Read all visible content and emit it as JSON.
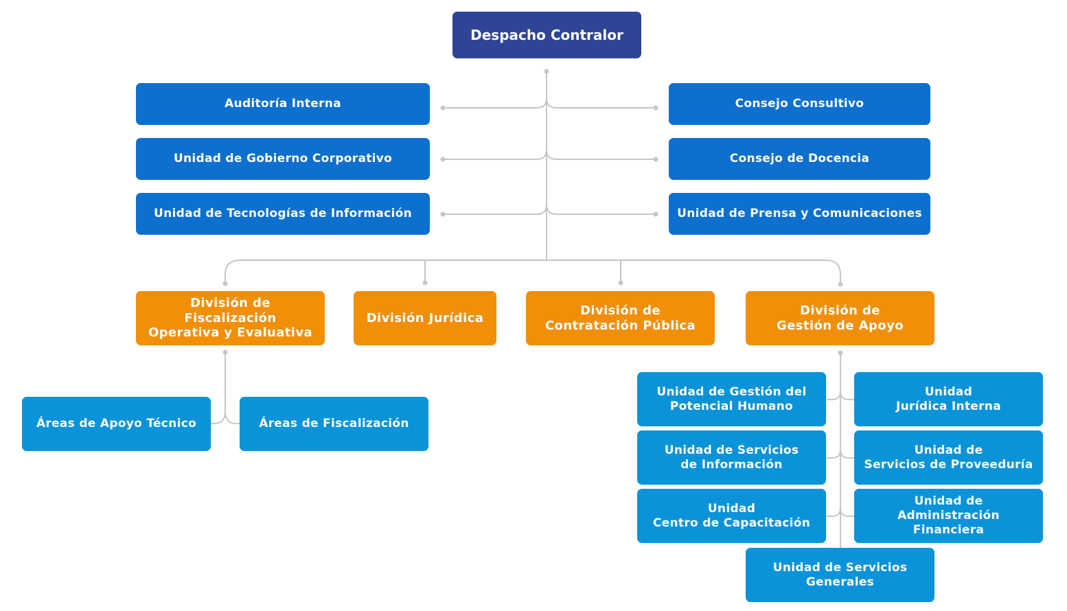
{
  "colors": {
    "top": "#2E4496",
    "staff": "#0D6FCE",
    "division": "#F28F09",
    "unit": "#0A93D8",
    "connector": "#C6C6C6",
    "text": "#FFFFFF"
  },
  "chart": {
    "top": {
      "label": "Despacho Contralor"
    },
    "staff_left": [
      {
        "label": "Auditoría Interna"
      },
      {
        "label": "Unidad de Gobierno Corporativo"
      },
      {
        "label": "Unidad de Tecnologías de Información"
      }
    ],
    "staff_right": [
      {
        "label": "Consejo Consultivo"
      },
      {
        "label": "Consejo de Docencia"
      },
      {
        "label": "Unidad de Prensa y Comunicaciones"
      }
    ],
    "divisions": [
      {
        "label": "División de Fiscalización\nOperativa y Evaluativa"
      },
      {
        "label": "División Jurídica"
      },
      {
        "label": "División de\nContratación Pública"
      },
      {
        "label": "División de\nGestión de Apoyo"
      }
    ],
    "fiscalizacion_units": [
      {
        "label": "Áreas de Apoyo Técnico"
      },
      {
        "label": "Áreas de Fiscalización"
      }
    ],
    "apoyo_units": [
      {
        "label": "Unidad de Gestión del\nPotencial Humano"
      },
      {
        "label": "Unidad\nJurídica Interna"
      },
      {
        "label": "Unidad de Servicios\nde Información"
      },
      {
        "label": "Unidad de\nServicios de Proveeduría"
      },
      {
        "label": "Unidad\nCentro de Capacitación"
      },
      {
        "label": "Unidad de\nAdministración Financiera"
      },
      {
        "label": "Unidad de Servicios\nGenerales"
      }
    ]
  }
}
